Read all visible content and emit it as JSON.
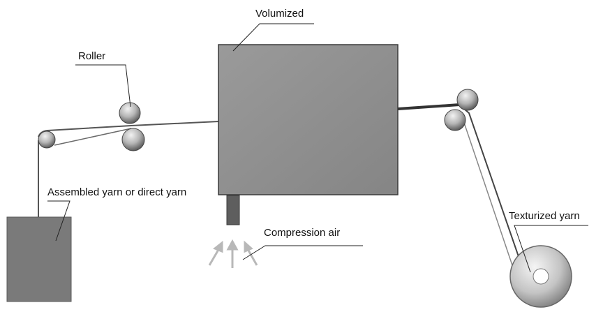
{
  "labels": {
    "volumized": "Volumized",
    "roller": "Roller",
    "assembled_yarn": "Assembled yarn or direct yarn",
    "compression_air": "Compression air",
    "texturized_yarn": "Texturized yarn"
  },
  "colors": {
    "box_fill": "#8c8c8c",
    "box_stroke": "#3a3a3a",
    "bobbin_fill": "#7a7a7a",
    "yarn": "#555555",
    "leader": "#222222",
    "arrow": "#b8b8b8",
    "nozzle": "#5e5e5e"
  }
}
